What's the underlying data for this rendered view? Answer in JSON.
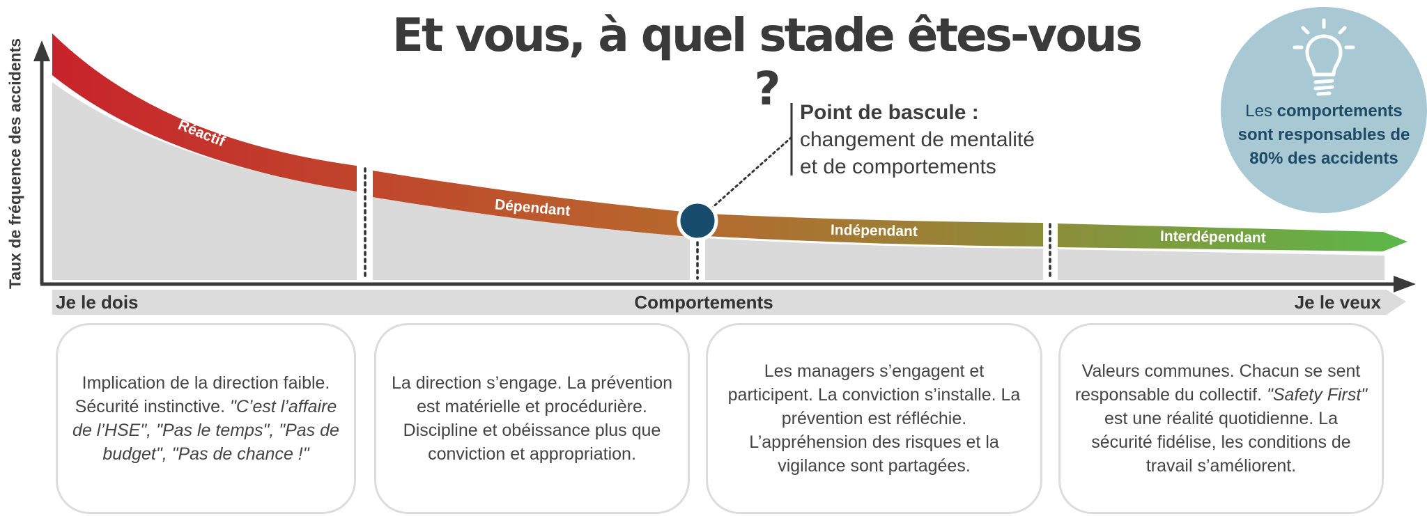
{
  "title": "Et vous, à quel stade êtes-vous ?",
  "y_axis_label": "Taux de fréquence des accidents",
  "x_axis": {
    "left": "Je le dois",
    "center": "Comportements",
    "right": "Je le veux"
  },
  "stages": [
    {
      "label": "Réactif"
    },
    {
      "label": "Dépendant"
    },
    {
      "label": "Indépendant"
    },
    {
      "label": "Interdépendant"
    }
  ],
  "callout": {
    "title": "Point de bascule :",
    "line1": "changement de mentalité",
    "line2": "et de comportements"
  },
  "badge": {
    "part1": "Les ",
    "part2": "comportements",
    "part3": "sont responsables de",
    "part4": "80% des accidents",
    "icon": "lightbulb-icon"
  },
  "cards": [
    {
      "text": "Implication de la direction faible. Sécurité instinctive.",
      "quote": "\"C’est l’affaire de l’HSE\", \"Pas le temps\", \"Pas de budget\", \"Pas de chance !\""
    },
    {
      "text": "La direction s’engage. La prévention est matérielle et procédurière. Discipline et obéissance plus que conviction et appropriation."
    },
    {
      "text": "Les managers s’engagent et participent. La conviction s’installe. La prévention est réfléchie. L’appréhension des risques et la vigilance sont partagées."
    },
    {
      "text_before": "Valeurs communes. Chacun se sent responsable du collectif. ",
      "quote": "\"Safety First\"",
      "text_after": " est une réalité quotidienne. La sécurité fidélise, les conditions de travail s’améliorent."
    }
  ],
  "colors": {
    "red": "#c8232b",
    "orange": "#b8662d",
    "olive": "#8a8f3a",
    "green": "#5cb84a",
    "marker": "#174c6c",
    "badge": "#a8c9d4",
    "area": "#dadada",
    "axis": "#3a3a3a"
  }
}
